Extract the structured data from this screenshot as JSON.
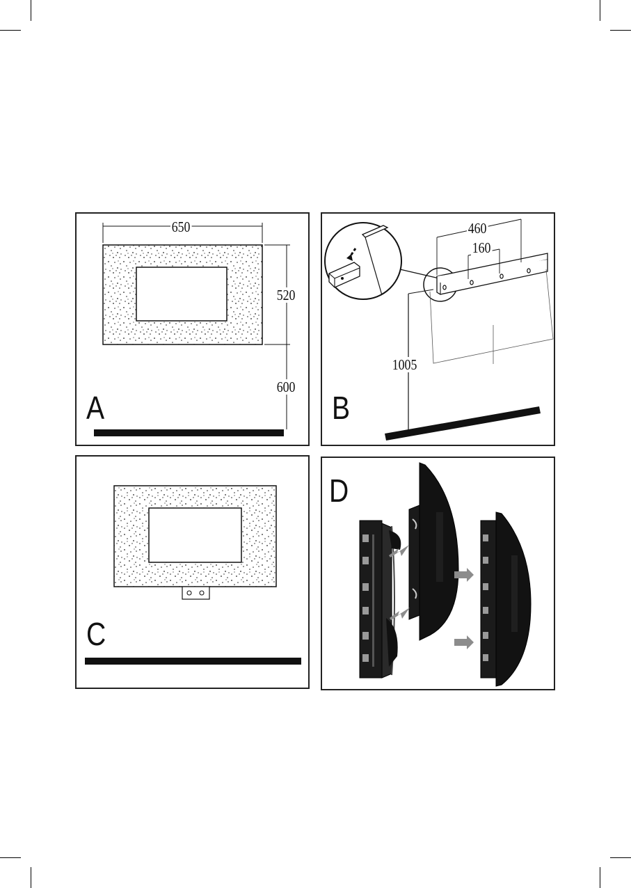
{
  "panels": {
    "a": {
      "letter": "A",
      "width_label": "650",
      "height_label": "520",
      "floor_label": "600"
    },
    "b": {
      "letter": "B",
      "outer_label": "460",
      "inner_label": "160",
      "floor_label": "1005"
    },
    "c": {
      "letter": "C"
    },
    "d": {
      "letter": "D"
    }
  },
  "colors": {
    "line": "#111111",
    "arrow": "#8c8c8c",
    "unit": "#1a1a1a"
  }
}
